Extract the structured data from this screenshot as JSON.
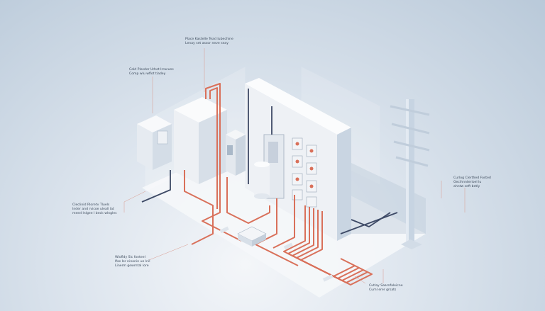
{
  "diagram": {
    "colors": {
      "wire": "#d9705a",
      "dark_wire": "#3e4a66",
      "wall": "#eef1f5",
      "background": "#c3d1df"
    },
    "labels": [
      {
        "lines": [
          "Place Kastelle Tead Iubechine",
          "Lenay set assor neve seay"
        ]
      },
      {
        "lines": [
          "Cold Plosder Urhet Irracuns",
          "Comp wlu wflot tiadey"
        ]
      },
      {
        "lines": [
          "Cleclinid Rloretv Tluels",
          "Inder and rvicoe uleall lat",
          "meed lnlgee I beck wlngles"
        ]
      },
      {
        "lines": [
          "Wlofldy Sic fonteel",
          "Ifas Ier ninonin ue lnil",
          "Linerm gewrntal lore"
        ]
      },
      {
        "lines": [
          "Curlog Clerthed Fosted",
          "Gecihnnterioel lu",
          "ahntw seft betly"
        ]
      },
      {
        "lines": [
          "Cutlay Saarnfaleicne",
          "Cuml erer grsats"
        ]
      }
    ]
  }
}
